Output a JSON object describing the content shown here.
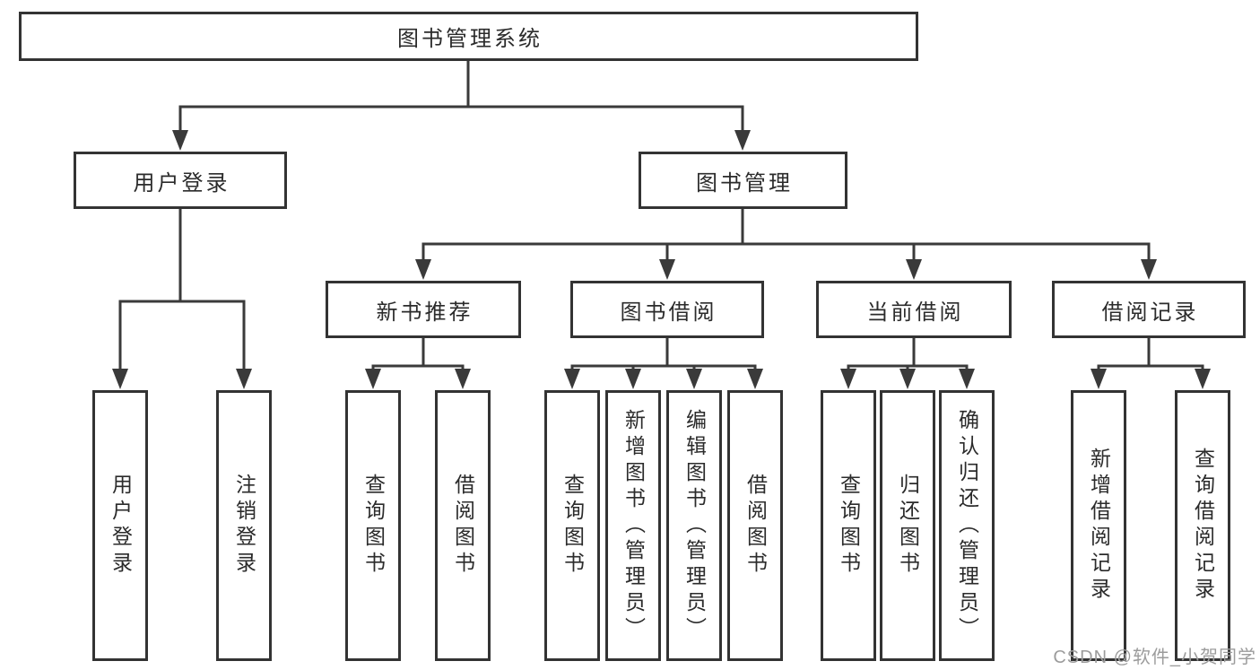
{
  "diagram": {
    "title": "图书管理系统",
    "root": {
      "label": "图书管理系统"
    },
    "branches": [
      {
        "label": "用户登录",
        "children": [
          {
            "label": "用户登录"
          },
          {
            "label": "注销登录"
          }
        ]
      },
      {
        "label": "图书管理",
        "children": [
          {
            "label": "新书推荐",
            "children": [
              {
                "label": "查询图书"
              },
              {
                "label": "借阅图书"
              }
            ]
          },
          {
            "label": "图书借阅",
            "children": [
              {
                "label": "查询图书"
              },
              {
                "label": "新增图书（管理员）"
              },
              {
                "label": "编辑图书（管理员）"
              },
              {
                "label": "借阅图书"
              }
            ]
          },
          {
            "label": "当前借阅",
            "children": [
              {
                "label": "查询图书"
              },
              {
                "label": "归还图书"
              },
              {
                "label": "确认归还（管理员）"
              }
            ]
          },
          {
            "label": "借阅记录",
            "children": [
              {
                "label": "新增借阅记录"
              },
              {
                "label": "查询借阅记录"
              }
            ]
          }
        ]
      }
    ]
  },
  "watermark": {
    "text": "CSDN @软件_小贺同学"
  },
  "colors": {
    "line": "#3a3a3a",
    "box_border": "#333333",
    "box_fill": "#ffffff",
    "text": "#2b2b2b",
    "watermark": "#9c9c9c",
    "background": "#ffffff"
  }
}
